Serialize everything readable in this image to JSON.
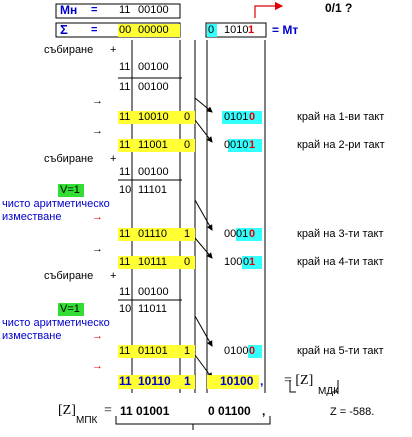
{
  "header": {
    "mn_label": "Мн",
    "eq": "=",
    "mn_sign": "11",
    "mn_value": "00100",
    "sigma": "Σ",
    "sum_sign": "00",
    "sum_value": "00000",
    "mt_first": "0",
    "mt_bits": "1010",
    "mt_last": "1",
    "mt_label": "= Мт",
    "question": "0/1 ?"
  },
  "labels": {
    "add": "събиране",
    "plus": "+",
    "pure_shift_1": "чисто аритметическо",
    "pure_shift_2": "изместване",
    "v_flag": "V=1",
    "arrow": "→"
  },
  "rows": {
    "add1_sign": "11",
    "add1_value": "00100",
    "res1_sign": "11",
    "res1_value": "00100",
    "sh1_sign": "11",
    "sh1_value": "10010",
    "sh1_bit": "0",
    "sh1_mt_a": "0",
    "sh1_mt_b": "101",
    "sh1_mt_c": "0",
    "end1": "край на 1-ви такт",
    "sh2_sign": "11",
    "sh2_value": "11001",
    "sh2_bit": "0",
    "sh2_mt_a": "0",
    "sh2_mt_b": "010",
    "sh2_mt_c": "1",
    "end2": "край на 2-ри такт",
    "add2_sign": "11",
    "add2_value": "00100",
    "res2_sign": "10",
    "res2_value": "11101",
    "sh3_sign": "11",
    "sh3_value": "01110",
    "sh3_bit": "1",
    "sh3_mt_a": "00",
    "sh3_mt_b": "01",
    "sh3_mt_c": "0",
    "end3": "край на 3-ти такт",
    "sh4_sign": "11",
    "sh4_value": "10111",
    "sh4_bit": "0",
    "sh4_mt_a": "100",
    "sh4_mt_b": "0",
    "sh4_mt_c": "1",
    "end4": "край на 4-ти такт",
    "add3_sign": "11",
    "add3_value": "00100",
    "res3_sign": "10",
    "res3_value": "11011",
    "sh5_sign": "11",
    "sh5_value": "01101",
    "sh5_bit": "1",
    "sh5_mt_a": "0100",
    "sh5_mt_c": "0",
    "end5": "край на 5-ти такт",
    "fin_sign": "11",
    "fin_value": "10110",
    "fin_bit": "1",
    "fin_mt": "10100",
    "fin_comma": ",",
    "fin_eq": "= [Z]",
    "fin_sub": "МДК"
  },
  "footer": {
    "z_left": "[Z]",
    "z_sub": "МПК",
    "eq": "=",
    "v1": "11 01001",
    "v2": "0 01100",
    "comma": ",",
    "z_value": "Z = -588."
  }
}
